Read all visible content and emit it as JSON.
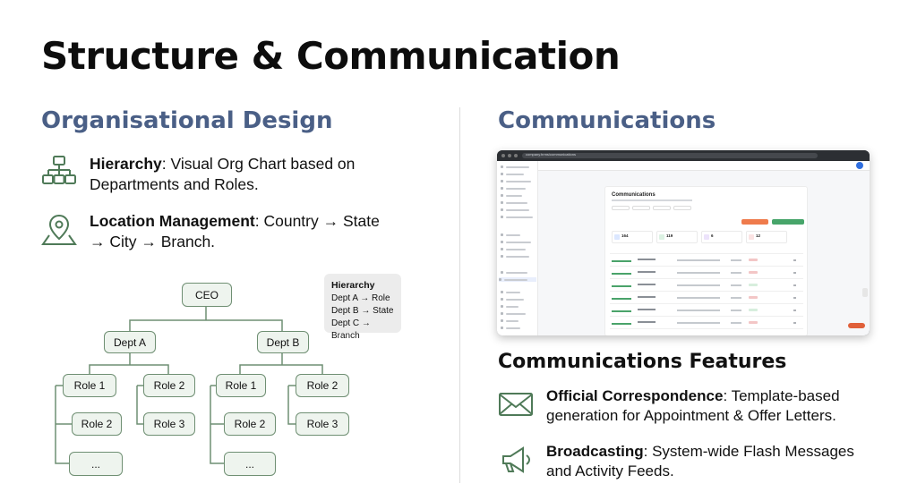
{
  "page": {
    "title": "Structure & Communication"
  },
  "left": {
    "heading": "Organisational Design",
    "features": [
      {
        "icon": "org-chart-icon",
        "bold": "Hierarchy",
        "rest": ": Visual Org Chart based on Departments and Roles."
      },
      {
        "icon": "location-map-icon",
        "bold": "Location Management",
        "rest": ": Country → State → City → Branch."
      }
    ],
    "org_chart": {
      "root": "CEO",
      "departments": [
        {
          "label": "Dept A",
          "roles": [
            "Role 1",
            "Role 2",
            "Role 2",
            "Role 3",
            "..."
          ]
        },
        {
          "label": "Dept B",
          "roles": [
            "Role 1",
            "Role 2",
            "Role 2",
            "Role 3",
            "..."
          ]
        }
      ],
      "legend": {
        "title": "Hierarchy",
        "lines": [
          "Dept A → Role",
          "Dept B → State",
          "Dept C → Branch"
        ]
      }
    }
  },
  "right": {
    "heading": "Communications",
    "screenshot": {
      "url": "company.hrms/communications",
      "page_title": "Communications",
      "stats": [
        "164",
        "119",
        "6",
        "12"
      ],
      "accent_orange": "#ef7b4c",
      "accent_green": "#47a56a"
    },
    "features_heading": "Communications Features",
    "features": [
      {
        "icon": "envelope-icon",
        "bold": "Official Correspondence",
        "rest": ": Template-based generation for Appointment & Offer Letters."
      },
      {
        "icon": "megaphone-icon",
        "bold": "Broadcasting",
        "rest": ": System-wide Flash Messages and Activity Feeds."
      }
    ]
  },
  "colors": {
    "heading": "#4a5f86",
    "icon": "#4f7a58",
    "node_border": "#6f8f73",
    "node_fill": "#eef4ee"
  }
}
